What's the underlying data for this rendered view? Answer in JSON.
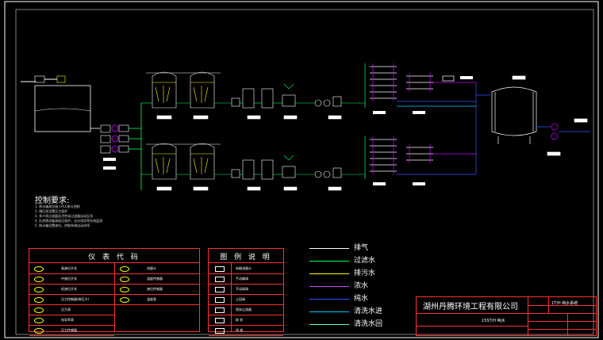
{
  "control": {
    "title": "控制要求:",
    "lines": [
      "1. 原水箱液位接入PLC参与控制",
      "2. 增压泵设置压力保护",
      "3. 多介质过滤器及活性炭过滤器自动反洗",
      "4. 反渗透设备高低压保护，出水电导率在线监测",
      "5. 纯水箱设置液位，控制系统自动启停"
    ]
  },
  "instrument_table": {
    "title": "仪 表 代 码",
    "left": [
      "高液位开关",
      "中液位开关",
      "低液位开关",
      "压力控制器(带压力)",
      "压力表",
      "电导率表",
      "压力传感器"
    ],
    "right": [
      "流量计",
      "温度传感器",
      "液位传感器",
      "温度表"
    ]
  },
  "legend_table": {
    "title": "图 例 说 明",
    "items": [
      "电磁流量计",
      "手动蝶阀",
      "手动球阀",
      "止回阀",
      "保安过滤器",
      "取 样",
      "排 放"
    ]
  },
  "line_legend": [
    {
      "label": "排气",
      "color": "#ffffff"
    },
    {
      "label": "过滤水",
      "color": "#00ff66"
    },
    {
      "label": "排污水",
      "color": "#ffff00"
    },
    {
      "label": "浓水",
      "color": "#cc44ff"
    },
    {
      "label": "纯水",
      "color": "#3355ff"
    },
    {
      "label": "清洗水进",
      "color": "#00ccff"
    },
    {
      "label": "清洗水回",
      "color": "#66ffcc"
    }
  ],
  "title_block": {
    "company": "湖州丹腾环境工程有限公司",
    "project": "1T/H 纯水系统",
    "drawing": "15ST/H 纯水"
  }
}
